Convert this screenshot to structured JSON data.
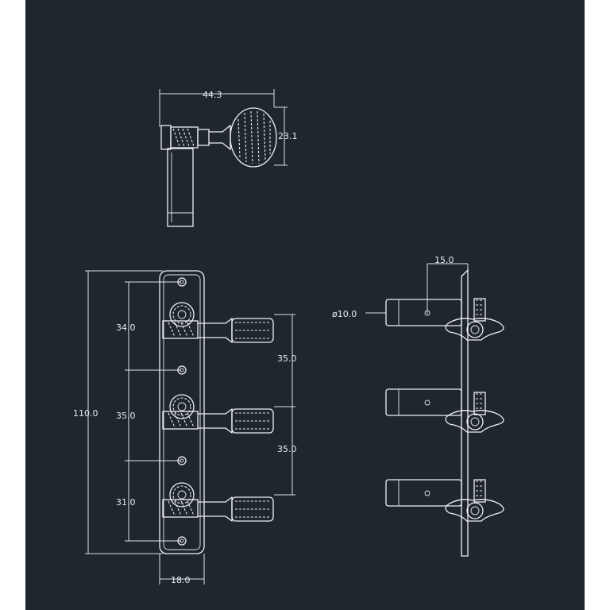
{
  "colors": {
    "page_background": "#ffffff",
    "drawing_background": "#1f262e",
    "line_color": "#eef0f3"
  },
  "dimensions": {
    "top_width": "44.3",
    "top_height": "23.1",
    "overall_length": "110.0",
    "hole_spacing_1": "34.0",
    "hole_spacing_2": "35.0",
    "hole_spacing_3": "31.0",
    "post_spacing_1": "35.0",
    "post_spacing_2": "35.0",
    "plate_width": "18.0",
    "post_offset": "15.0",
    "post_diameter": "ø10.0"
  }
}
